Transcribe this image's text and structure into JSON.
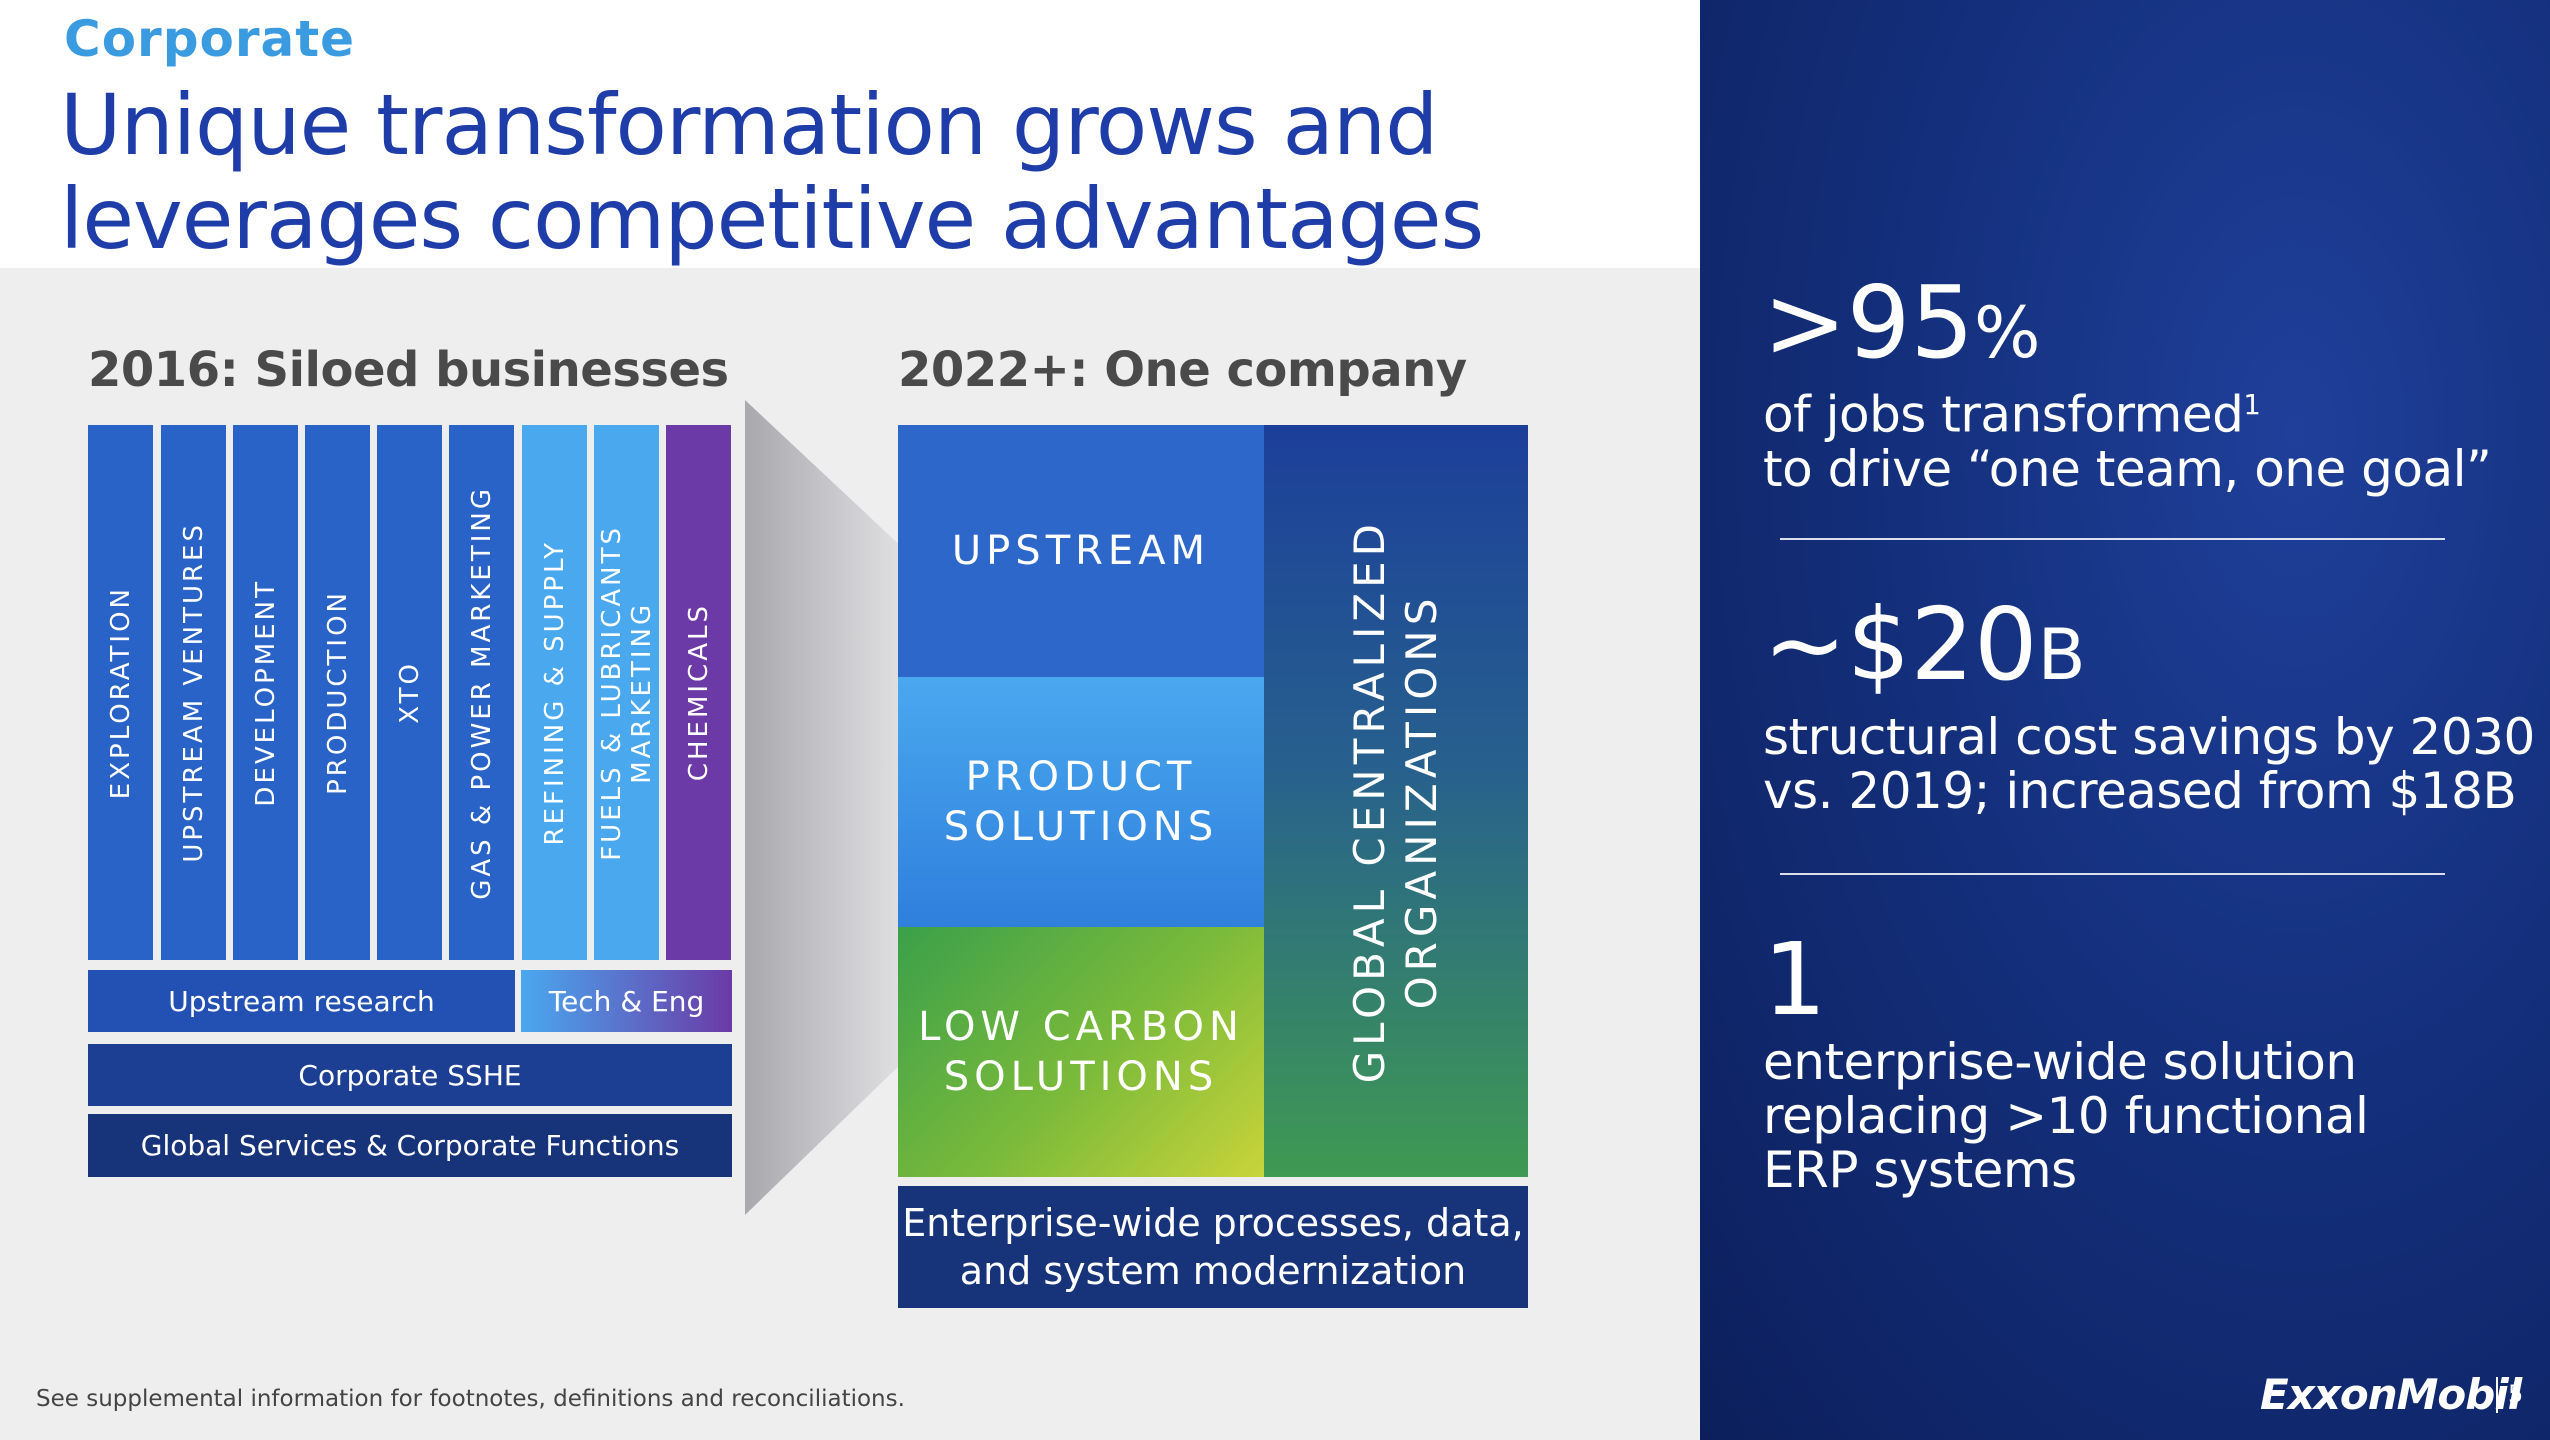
{
  "header": {
    "section": "Corporate",
    "title_line1": "Unique transformation grows and",
    "title_line2": "leverages competitive advantages"
  },
  "left": {
    "heading": "2016: Siloed businesses",
    "silos": [
      {
        "label": "EXPLORATION",
        "color": "#2a63c7"
      },
      {
        "label": "UPSTREAM VENTURES",
        "color": "#2a63c7"
      },
      {
        "label": "DEVELOPMENT",
        "color": "#2a63c7"
      },
      {
        "label": "PRODUCTION",
        "color": "#2a63c7"
      },
      {
        "label": "XTO",
        "color": "#2a63c7"
      },
      {
        "label": "GAS & POWER MARKETING",
        "color": "#2a63c7"
      },
      {
        "label": "REFINING & SUPPLY",
        "color": "#4aa8ef"
      },
      {
        "label": "FUELS & LUBRICANTS\nMARKETING",
        "color": "#4aa8ef"
      },
      {
        "label": "CHEMICALS",
        "color": "#6b3aa6"
      }
    ],
    "upstream_research": "Upstream research",
    "tech_eng": "Tech & Eng",
    "corporate_sshe": "Corporate SSHE",
    "global_services": "Global Services & Corporate Functions"
  },
  "right": {
    "heading": "2022+: One company",
    "upstream": "UPSTREAM",
    "product_solutions": "PRODUCT\nSOLUTIONS",
    "low_carbon": "LOW CARBON\nSOLUTIONS",
    "global_centralized": "GLOBAL CENTRALIZED\nORGANIZATIONS",
    "enterprise": "Enterprise-wide processes, data,\nand system modernization"
  },
  "footnote": "See supplemental information for footnotes, definitions and reconciliations.",
  "stats": {
    "s1_prefix": ">95",
    "s1_unit": "%",
    "s1_line1": "of jobs transformed",
    "s1_sup": "1",
    "s1_line2": "to drive “one team, one goal”",
    "s2_prefix": "~$20",
    "s2_unit": "B",
    "s2_line1": "structural cost savings by 2030",
    "s2_line2": "vs. 2019; increased from $18B",
    "s3_value": "1",
    "s3_line1": "enterprise-wide solution",
    "s3_line2": "replacing >10 functional",
    "s3_line3": "ERP systems"
  },
  "brand": {
    "logo": "ExxonMobil",
    "page": "5"
  }
}
